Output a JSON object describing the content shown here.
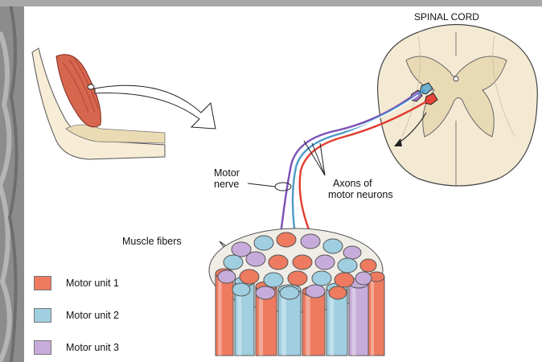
{
  "diagram": {
    "spinal_cord_label": "SPINAL CORD",
    "motor_nerve_label_line1": "Motor",
    "motor_nerve_label_line2": "nerve",
    "axons_label_line1": "Axons of",
    "axons_label_line2": "motor neurons",
    "muscle_fibers_label": "Muscle fibers"
  },
  "legend": [
    {
      "label": "Motor unit 1",
      "color": "#ee7a5f"
    },
    {
      "label": "Motor unit 2",
      "color": "#9fcfe0"
    },
    {
      "label": "Motor unit 3",
      "color": "#c7acdb"
    }
  ],
  "colors": {
    "unit1": "#ee7a5f",
    "unit2": "#9fcfe0",
    "unit3": "#c7acdb",
    "cord": "#f4ead4",
    "muscle": "#d7664f"
  }
}
